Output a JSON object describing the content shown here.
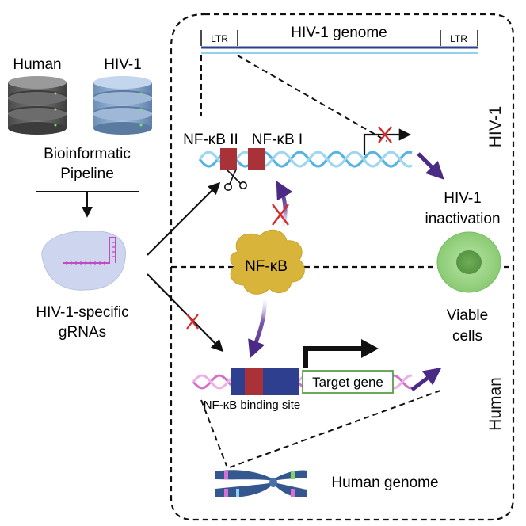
{
  "databases": {
    "human_label": "Human",
    "hiv_label": "HIV-1"
  },
  "pipeline": {
    "line1": "Bioinformatic",
    "line2": "Pipeline"
  },
  "grna": {
    "line1": "HIV-1-specific",
    "line2": "gRNAs"
  },
  "hiv_genome": {
    "title": "HIV-1 genome",
    "ltr_left": "LTR",
    "ltr_right": "LTR"
  },
  "nfkb_sites": {
    "site_2": "NF-κB II",
    "site_1": "NF-κB I"
  },
  "nfkb_protein": "NF-κB",
  "hiv_inactivation": {
    "line1": "HIV-1",
    "line2": "inactivation"
  },
  "viable_cells": {
    "line1": "Viable",
    "line2": "cells"
  },
  "target_gene": "Target gene",
  "binding_site": "NF-κB binding site",
  "human_genome": "Human genome",
  "regions": {
    "hiv": "HIV-1",
    "human": "Human"
  },
  "colors": {
    "purple_arrow": "#4b2a86",
    "nfkb_red": "#a83237",
    "dna_blue": "#56b4e0",
    "dna_pink": "#d66fc8",
    "gene_block": "#2f3f8f",
    "cell_green": "#8fcf7a",
    "nfkb_yellow": "#d9b43a",
    "cross_red": "#d22c2c"
  }
}
